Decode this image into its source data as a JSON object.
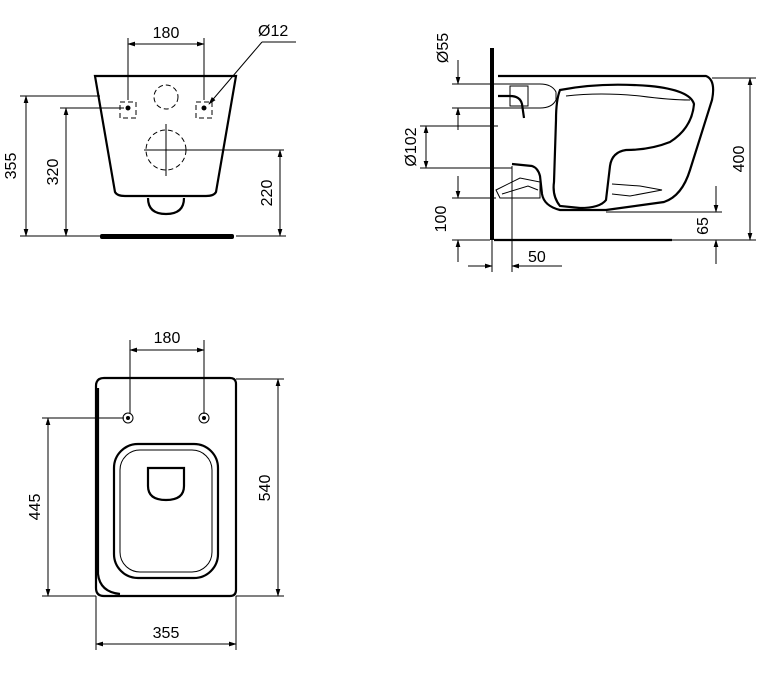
{
  "front_view": {
    "bolt_spacing": "180",
    "bolt_diameter": "Ø12",
    "total_height": "355",
    "outlet_height": "320",
    "drain_height": "220"
  },
  "side_view": {
    "inlet_diameter": "Ø55",
    "outlet_diameter": "Ø102",
    "floor_clearance": "100",
    "rim_height": "400",
    "bottom_clearance": "65",
    "wall_offset": "50"
  },
  "top_view": {
    "bolt_spacing": "180",
    "bolt_depth": "445",
    "length": "540",
    "width": "355"
  }
}
